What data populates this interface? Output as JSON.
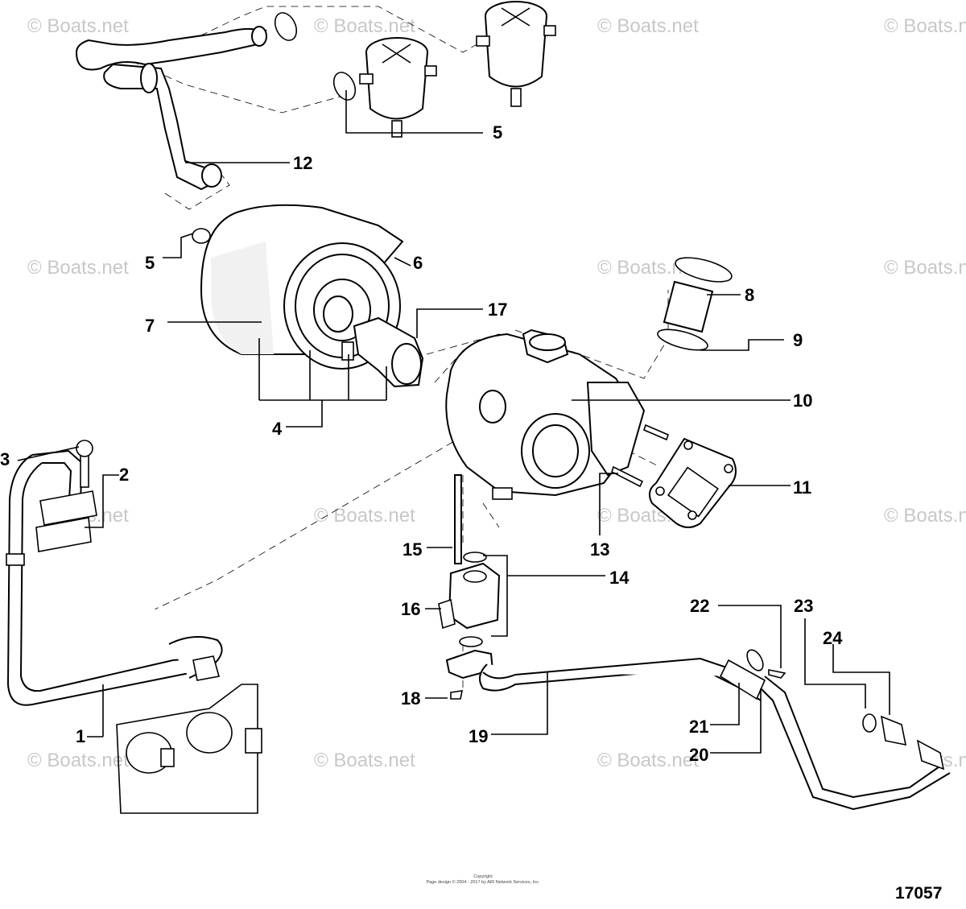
{
  "watermark": "© Boats.net",
  "callouts": {
    "c1": "1",
    "c2": "2",
    "c3": "3",
    "c4": "4",
    "c5a": "5",
    "c5b": "5",
    "c6": "6",
    "c7": "7",
    "c8": "8",
    "c9": "9",
    "c10": "10",
    "c11": "11",
    "c12": "12",
    "c13": "13",
    "c14": "14",
    "c15": "15",
    "c16": "16",
    "c17": "17",
    "c18": "18",
    "c19": "19",
    "c20": "20",
    "c21": "21",
    "c22": "22",
    "c23": "23",
    "c24": "24"
  },
  "copyright": {
    "line1": "Copyright",
    "line2": "Page design © 2004 - 2017 by ARI Network Services, Inc."
  },
  "diagram_id": "17057"
}
